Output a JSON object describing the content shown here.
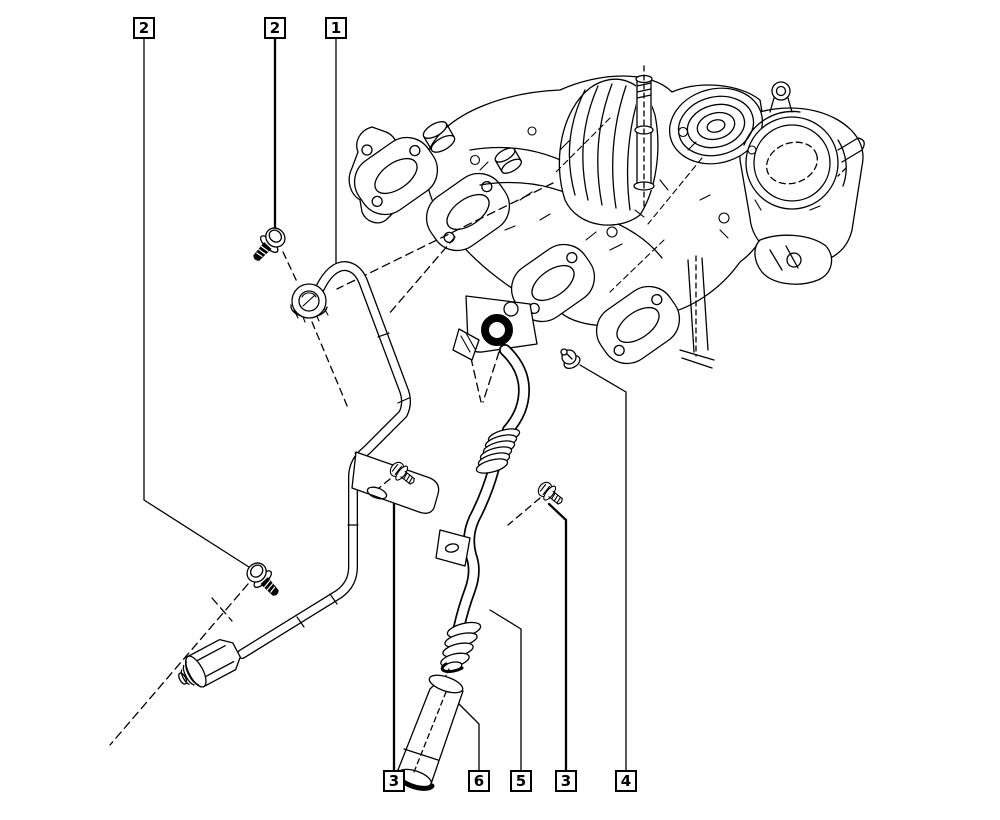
{
  "figure": {
    "background_color": "#ffffff",
    "line_color": "#000000",
    "callouts": [
      {
        "id": "callout-2-top-left",
        "label": "2"
      },
      {
        "id": "callout-2-top-middle",
        "label": "2"
      },
      {
        "id": "callout-1-top",
        "label": "1"
      },
      {
        "id": "callout-3-bottom-left",
        "label": "3"
      },
      {
        "id": "callout-6-bottom",
        "label": "6"
      },
      {
        "id": "callout-5-bottom",
        "label": "5"
      },
      {
        "id": "callout-3-bottom-right",
        "label": "3"
      },
      {
        "id": "callout-4-bottom",
        "label": "4"
      }
    ]
  }
}
